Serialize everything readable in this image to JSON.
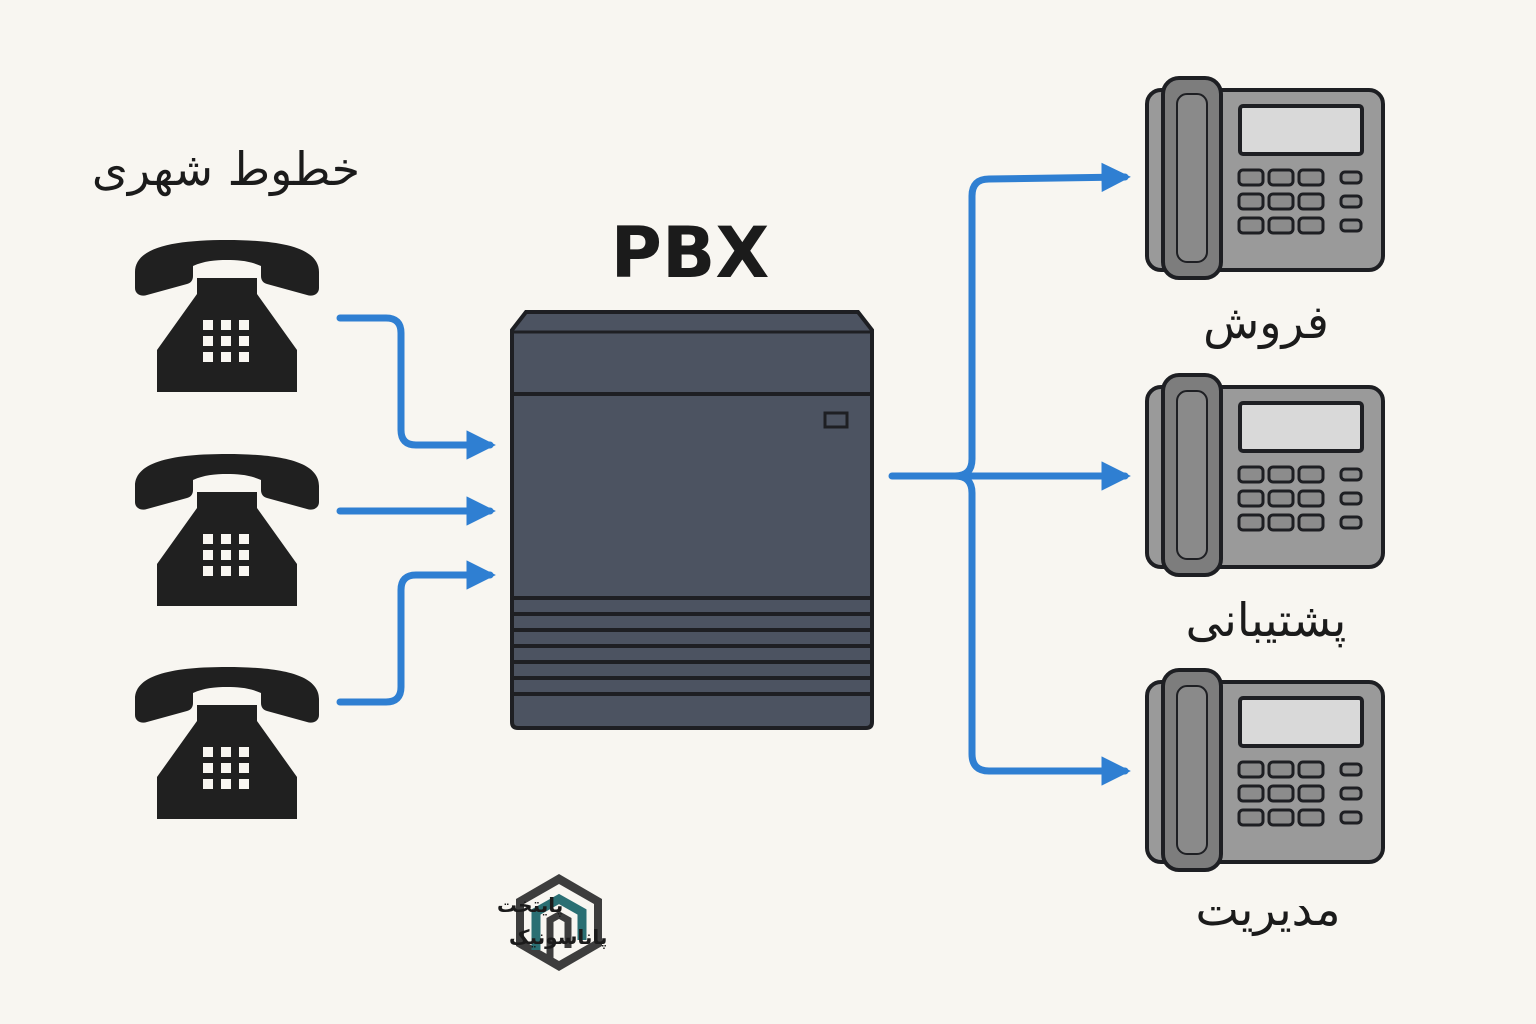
{
  "title": "PBX",
  "left_heading": "خطوط شهری",
  "left_phones": [
    {
      "icon": "classic-phone-icon"
    },
    {
      "icon": "classic-phone-icon"
    },
    {
      "icon": "classic-phone-icon"
    }
  ],
  "right_phones": [
    {
      "label": "فروش",
      "icon": "desk-phone-icon"
    },
    {
      "label": "پشتیبانی",
      "icon": "desk-phone-icon"
    },
    {
      "label": "مدیریت",
      "icon": "desk-phone-icon"
    }
  ],
  "logo": {
    "line1": "پایتخت",
    "line2": "پاناسونیک",
    "icon": "brand-logo-icon"
  },
  "colors": {
    "background": "#f8f6f1",
    "arrow": "#2f7fd2",
    "pbx_body": "#4c5361",
    "pbx_outline": "#1e1f23",
    "phone_dark": "#202020",
    "desk_phone_body": "#9a9a9a",
    "desk_phone_screen": "#d9d9d9"
  }
}
